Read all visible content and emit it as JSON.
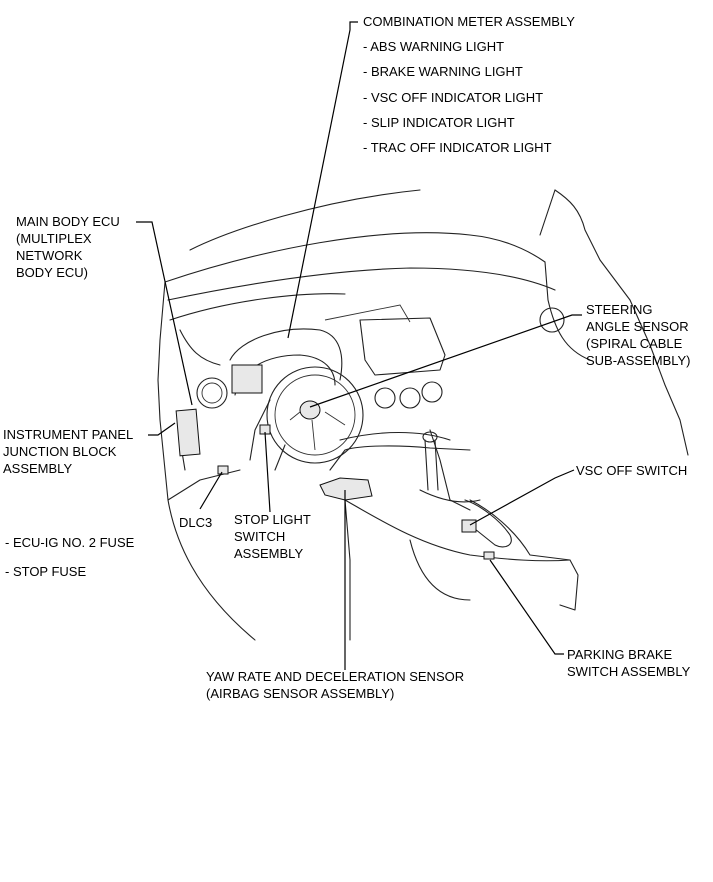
{
  "labels": {
    "combination_meter": "COMBINATION METER ASSEMBLY",
    "combination_meter_items": [
      "- ABS WARNING LIGHT",
      "- BRAKE WARNING LIGHT",
      "- VSC OFF INDICATOR LIGHT",
      "- SLIP INDICATOR LIGHT",
      "- TRAC OFF INDICATOR LIGHT"
    ],
    "main_body_ecu": [
      "MAIN BODY ECU",
      "(MULTIPLEX",
      "NETWORK",
      "BODY ECU)"
    ],
    "steering_angle_sensor": [
      "STEERING",
      "ANGLE SENSOR",
      "(SPIRAL CABLE",
      "SUB-ASSEMBLY)"
    ],
    "instrument_panel_jb": [
      "INSTRUMENT PANEL",
      "JUNCTION BLOCK",
      "ASSEMBLY"
    ],
    "vsc_off_switch": "VSC OFF SWITCH",
    "dlc3": "DLC3",
    "stop_light_switch": [
      "STOP LIGHT",
      "SWITCH",
      "ASSEMBLY"
    ],
    "fuses": [
      "- ECU-IG NO. 2 FUSE",
      "- STOP FUSE"
    ],
    "yaw_rate_sensor": [
      "YAW RATE AND DECELERATION SENSOR",
      "(AIRBAG SENSOR ASSEMBLY)"
    ],
    "parking_brake_switch": [
      "PARKING BRAKE",
      "SWITCH ASSEMBLY"
    ]
  }
}
